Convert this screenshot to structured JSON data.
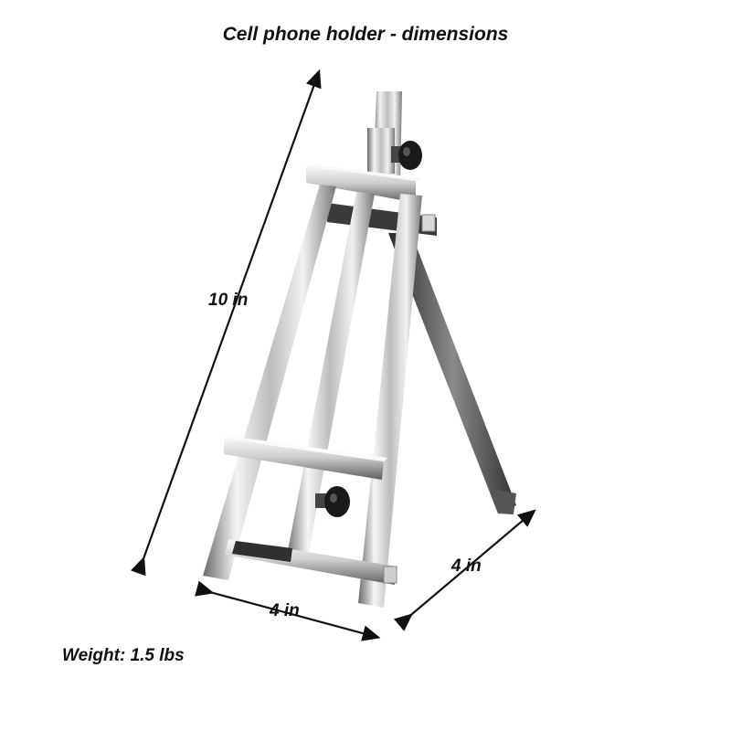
{
  "title": "Cell phone holder - dimensions",
  "dimensions": {
    "height": "10 in",
    "width": "4 in",
    "depth": "4 in"
  },
  "weight": "Weight: 1.5 lbs",
  "colors": {
    "chrome_light": "#f4f4f4",
    "chrome_mid": "#c8c8c8",
    "chrome_dark": "#6a6a6a",
    "knob": "#1a1a1a",
    "arrow": "#111111"
  }
}
